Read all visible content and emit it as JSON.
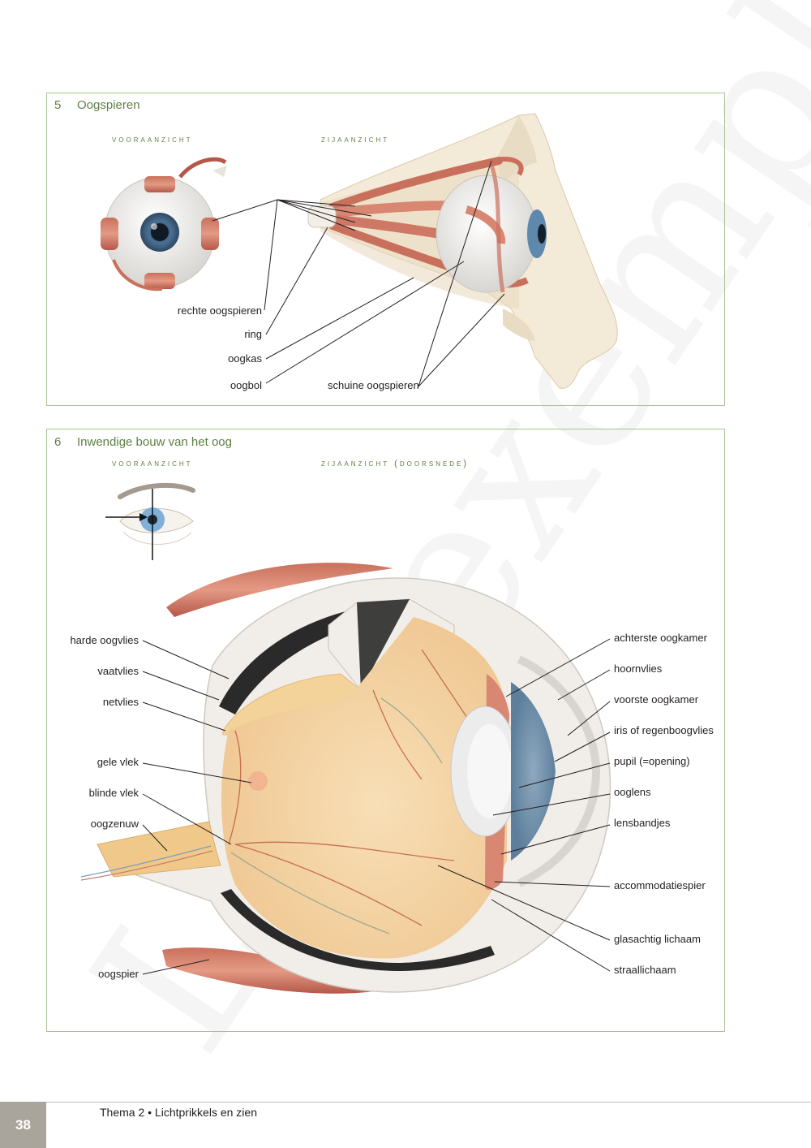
{
  "figure5": {
    "number": "5",
    "title": "Oogspieren",
    "front_view": "vooraanzicht",
    "side_view": "zijaanzicht",
    "labels": {
      "rectus": "rechte oogspieren",
      "ring": "ring",
      "orbit": "oogkas",
      "eyeball": "oogbol",
      "oblique": "schuine oogspieren"
    }
  },
  "figure6": {
    "number": "6",
    "title": "Inwendige bouw van het oog",
    "front_view": "vooraanzicht",
    "side_view": "zijaanzicht (doorsnede)",
    "left_labels": [
      "harde oogvlies",
      "vaatvlies",
      "netvlies",
      "gele vlek",
      "blinde vlek",
      "oogzenuw",
      "oogspier"
    ],
    "right_labels": [
      "achterste oogkamer",
      "hoornvlies",
      "voorste oogkamer",
      "iris of regenboogvlies",
      "pupil (=opening)",
      "ooglens",
      "lensbandjes",
      "accommodatiespier",
      "glasachtig lichaam",
      "straallichaam"
    ]
  },
  "footer": {
    "page_number": "38",
    "chapter": "Thema 2 • Lichtprikkels en zien"
  },
  "watermark": "Leesexemplaar"
}
